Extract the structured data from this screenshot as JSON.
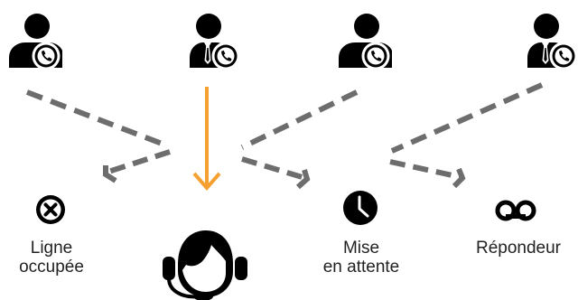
{
  "colors": {
    "icon": "#000000",
    "arrow_dashed": "#6d6d6d",
    "arrow_main": "#f5a031"
  },
  "callers": [
    {
      "id": "caller-1",
      "icon": "person-phone-icon"
    },
    {
      "id": "caller-2",
      "icon": "businessman-phone-icon"
    },
    {
      "id": "caller-3",
      "icon": "person-phone-icon"
    },
    {
      "id": "caller-4",
      "icon": "businessman-phone-icon"
    }
  ],
  "outcomes": {
    "busy": {
      "icon": "busy-x-icon",
      "line1": "Ligne",
      "line2": "occupée"
    },
    "agent": {
      "icon": "headset-agent-icon"
    },
    "hold": {
      "icon": "clock-icon",
      "line1": "Mise",
      "line2": "en attente"
    },
    "voicemail": {
      "icon": "voicemail-icon",
      "label": "Répondeur"
    }
  }
}
